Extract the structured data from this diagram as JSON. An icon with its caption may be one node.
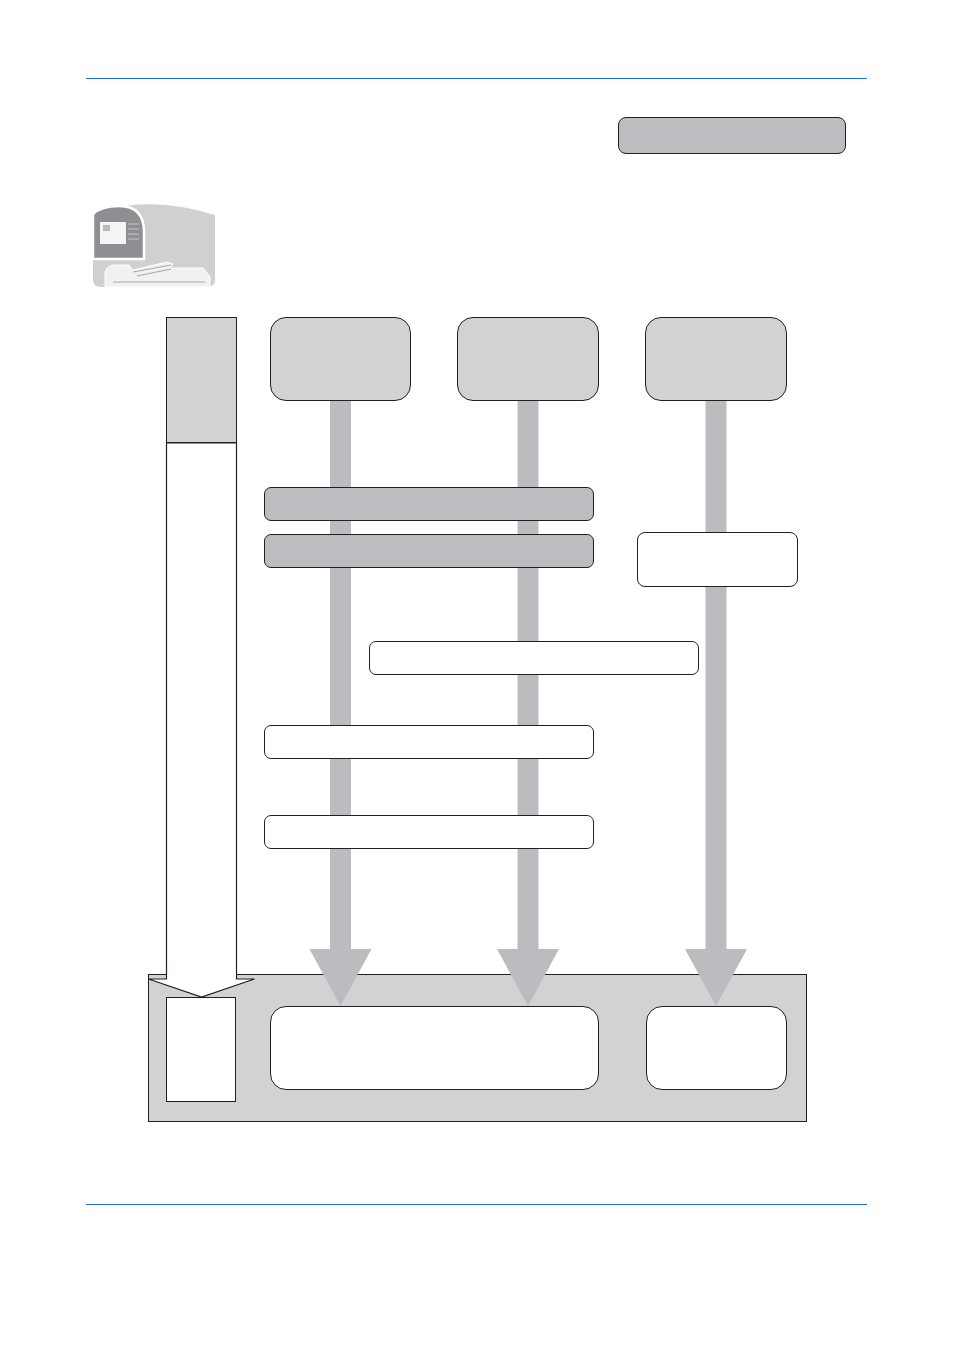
{
  "diagram": {
    "nodes": [
      {
        "text": [],
        "shape": "box"
      },
      {
        "text": [],
        "shape": "box"
      },
      {
        "text": [],
        "shape": "box"
      },
      {
        "text": [],
        "shape": "box"
      },
      {
        "text": [],
        "shape": "box"
      },
      {
        "text": [],
        "shape": "box"
      },
      {
        "text": [],
        "shape": "box"
      },
      {
        "text": [],
        "shape": "box"
      },
      {
        "text": [],
        "shape": "box"
      },
      {
        "text": [],
        "shape": "box"
      },
      {
        "text": [],
        "shape": "box"
      },
      {
        "text": [],
        "shape": "box"
      },
      {
        "text": [],
        "shape": "box",
        "in": 11
      },
      {
        "text": [],
        "shape": "box",
        "in": 11
      },
      {
        "text": [],
        "shape": "box",
        "in": 11
      }
    ],
    "edges": [
      {
        "from": 1,
        "to": 12,
        "arrow": "to",
        "style": "thick",
        "color": "#ffffff"
      },
      {
        "from": 2,
        "to": 13,
        "arrow": "to",
        "style": "thick"
      },
      {
        "from": 3,
        "to": 13,
        "arrow": "to",
        "style": "thick"
      },
      {
        "from": 4,
        "to": 14,
        "arrow": "to",
        "style": "thick"
      }
    ]
  }
}
